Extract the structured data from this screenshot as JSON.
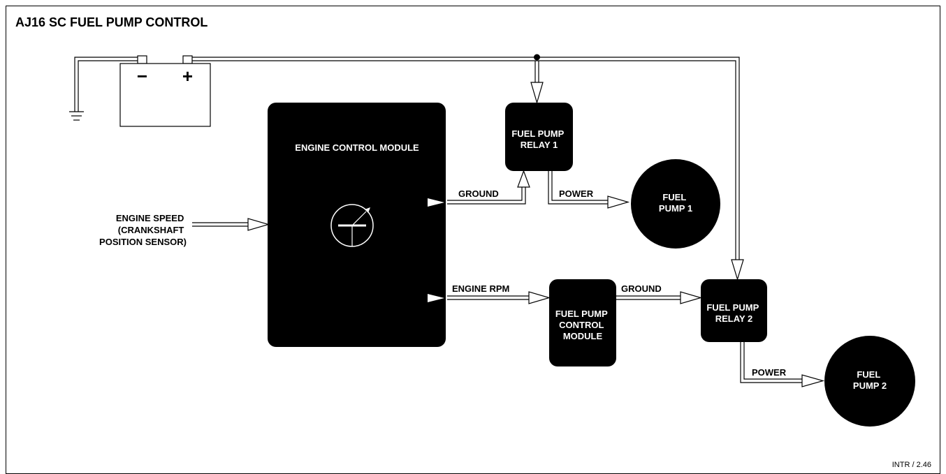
{
  "title": "AJ16 SC FUEL PUMP CONTROL",
  "battery": {
    "negative": "−",
    "positive": "+"
  },
  "ecm": {
    "label": "ENGINE CONTROL MODULE"
  },
  "input": {
    "lines": [
      "ENGINE SPEED",
      "(CRANKSHAFT",
      "POSITION SENSOR)"
    ]
  },
  "relay1": {
    "lines": [
      "FUEL PUMP",
      "RELAY 1"
    ]
  },
  "relay2": {
    "lines": [
      "FUEL PUMP",
      "RELAY 2"
    ]
  },
  "fpcm": {
    "lines": [
      "FUEL PUMP",
      "CONTROL",
      "MODULE"
    ]
  },
  "pump1": {
    "lines": [
      "FUEL",
      "PUMP 1"
    ]
  },
  "pump2": {
    "lines": [
      "FUEL",
      "PUMP 2"
    ]
  },
  "signals": {
    "ground1": "GROUND",
    "power1": "POWER",
    "engine_rpm": "ENGINE RPM",
    "ground2": "GROUND",
    "power2": "POWER"
  },
  "footer": "INTR / 2.46"
}
